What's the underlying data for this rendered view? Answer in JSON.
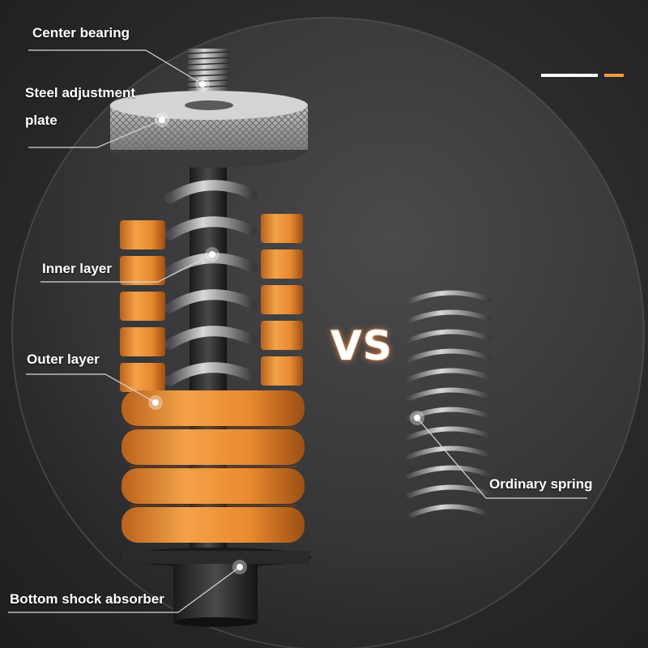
{
  "labels": {
    "center_bearing": "Center bearing",
    "steel_plate_line1": "Steel adjustment",
    "steel_plate_line2": "plate",
    "inner_layer": "Inner layer",
    "outer_layer": "Outer layer",
    "bottom_absorber": "Bottom shock absorber",
    "ordinary_spring": "Ordinary spring"
  },
  "vs": "VS",
  "colors": {
    "background": "#2b2b2d",
    "disc": "#3c3c3e",
    "orange": "#e8892f",
    "steel": "#9a9a9c",
    "accent_bar_white": "#ffffff",
    "accent_bar_orange": "#f39a3a"
  },
  "icons": [
    "disc-backdrop",
    "damper-spring-assembly",
    "ordinary-spring",
    "accent-bars"
  ]
}
